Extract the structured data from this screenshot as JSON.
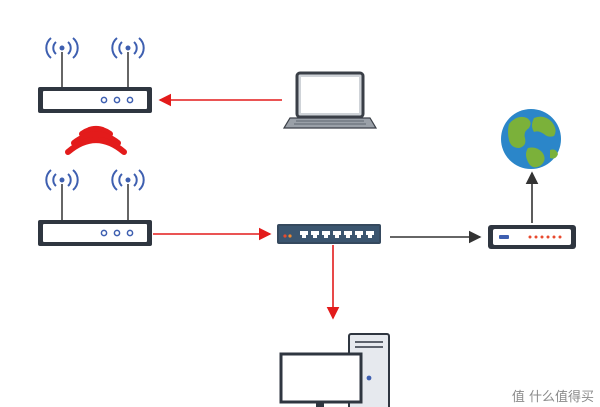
{
  "diagram": {
    "nodes": [
      {
        "id": "router-top",
        "kind": "wifi-router"
      },
      {
        "id": "router-bottom",
        "kind": "wifi-router"
      },
      {
        "id": "laptop",
        "kind": "laptop"
      },
      {
        "id": "switch",
        "kind": "network-switch"
      },
      {
        "id": "modem",
        "kind": "modem"
      },
      {
        "id": "globe",
        "kind": "internet-globe"
      },
      {
        "id": "desktop-pc",
        "kind": "desktop-computer"
      }
    ],
    "edges": [
      {
        "from": "laptop",
        "to": "router-top",
        "color": "#e31b1b"
      },
      {
        "from": "router-bottom",
        "to": "switch",
        "color": "#e31b1b"
      },
      {
        "from": "switch",
        "to": "modem",
        "color": "#333333"
      },
      {
        "from": "modem",
        "to": "globe",
        "color": "#333333"
      },
      {
        "from": "switch",
        "to": "desktop-pc",
        "color": "#e31b1b"
      }
    ],
    "wireless_link": {
      "from": "router-top",
      "to": "router-bottom",
      "color": "#e31b1b"
    }
  },
  "colors": {
    "device_dark": "#2f3640",
    "signal_blue": "#3e5fb0",
    "link_red": "#e31b1b",
    "link_dark": "#333333",
    "globe_sea": "#2b86c9",
    "globe_land": "#7bb13a"
  },
  "watermark": {
    "text": "值 什么值得买"
  }
}
